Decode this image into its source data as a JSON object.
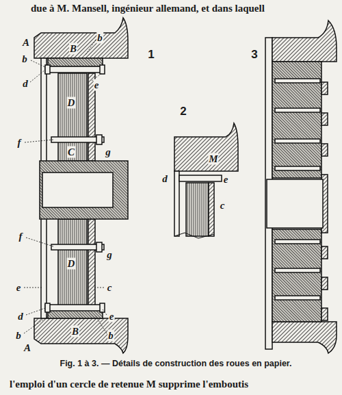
{
  "diagram": {
    "caption": "Fig. 1 à 3. — Détails de construction des roues en papier.",
    "labels": [
      "due à M. Mansell, ingénieur allemand, et dans laquell",
      "A",
      "b",
      "B",
      "b",
      "d",
      "e",
      "1",
      "D",
      "f",
      "g",
      "C",
      "f",
      "g",
      "D",
      "e",
      "c",
      "d",
      "e",
      "b",
      "B",
      "b",
      "A",
      "2",
      "M",
      "d",
      "e",
      "c",
      "3",
      "l'emploi d'un cercle de retenue M supprime l'emboutis"
    ]
  }
}
